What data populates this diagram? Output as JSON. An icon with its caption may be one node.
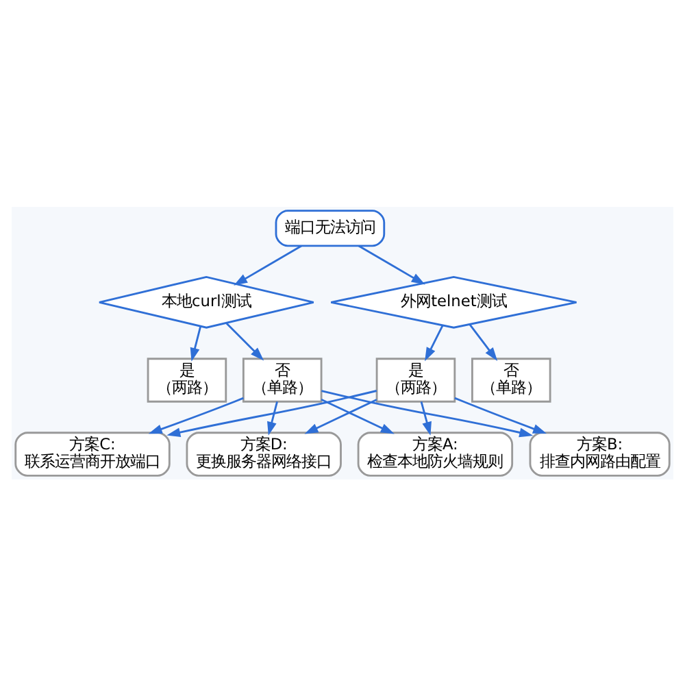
{
  "diagram": {
    "nodes": [
      {
        "text": [
          "端口无法访问"
        ]
      },
      {
        "text": [
          "本地curl测试"
        ]
      },
      {
        "text": [
          "外网telnet测试"
        ]
      },
      {
        "text": [
          "是",
          "（两路）"
        ]
      },
      {
        "text": [
          "否",
          "（单路）"
        ]
      },
      {
        "text": [
          "是",
          "（两路）"
        ]
      },
      {
        "text": [
          "否",
          "（单路）"
        ]
      },
      {
        "text": [
          "方案A:",
          "检查本地防火墙规则"
        ]
      },
      {
        "text": [
          "方案B:",
          "排查内网路由配置"
        ]
      },
      {
        "text": [
          "方案C:",
          "联系运营商开放端口"
        ]
      },
      {
        "text": [
          "方案D:",
          "更换服务器网络接口"
        ]
      }
    ],
    "edges": [
      {
        "from": 0,
        "to": 1,
        "arrow": "to"
      },
      {
        "from": 0,
        "to": 2,
        "arrow": "to"
      },
      {
        "from": 1,
        "to": 3,
        "arrow": "to"
      },
      {
        "from": 1,
        "to": 4,
        "arrow": "to"
      },
      {
        "from": 2,
        "to": 5,
        "arrow": "to"
      },
      {
        "from": 2,
        "to": 6,
        "arrow": "to"
      },
      {
        "from": 4,
        "to": 7,
        "arrow": "to"
      },
      {
        "from": 4,
        "to": 8,
        "arrow": "to"
      },
      {
        "from": 4,
        "to": 9,
        "arrow": "to"
      },
      {
        "from": 4,
        "to": 10,
        "arrow": "to"
      },
      {
        "from": 5,
        "to": 7,
        "arrow": "to"
      },
      {
        "from": 5,
        "to": 8,
        "arrow": "to"
      },
      {
        "from": 5,
        "to": 9,
        "arrow": "to"
      },
      {
        "from": 5,
        "to": 10,
        "arrow": "to"
      }
    ]
  }
}
